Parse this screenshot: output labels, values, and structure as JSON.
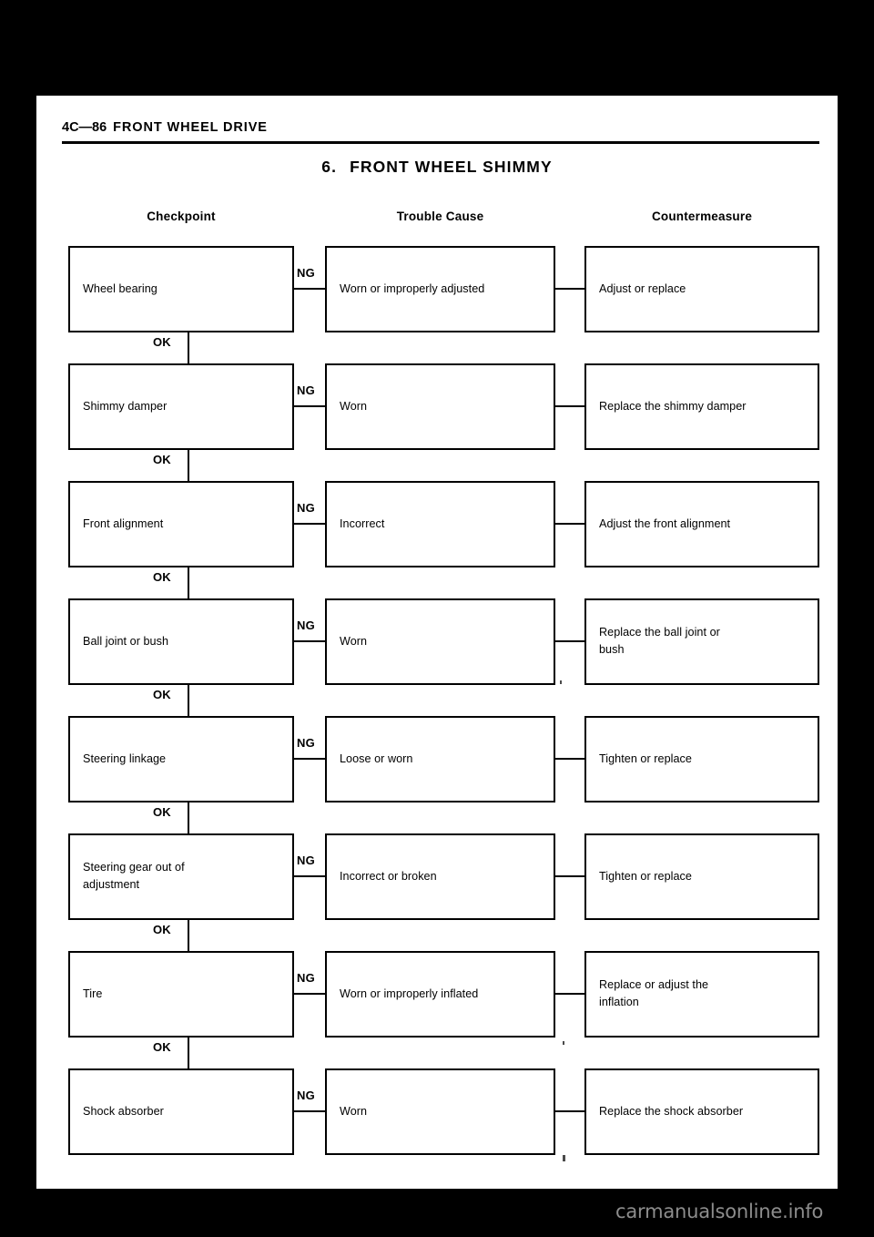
{
  "page": {
    "header_page_number": "4C—86",
    "header_section": "FRONT WHEEL DRIVE",
    "title_number": "6.",
    "title_text": "FRONT WHEEL SHIMMY",
    "watermark": "carmanualsonline.info",
    "page_background": "#ffffff",
    "canvas_background": "#000000",
    "ink_color": "#000000"
  },
  "columns": {
    "checkpoint": "Checkpoint",
    "trouble_cause": "Trouble Cause",
    "countermeasure": "Countermeasure"
  },
  "connectors": {
    "ng_label": "NG",
    "ok_label": "OK"
  },
  "flow": {
    "rows": [
      {
        "checkpoint": "Wheel bearing",
        "cause": "Worn or improperly adjusted",
        "countermeasure": "Adjust or replace",
        "countermeasure_lines": 1,
        "checkpoint_lines": 1
      },
      {
        "checkpoint": "Shimmy damper",
        "cause": "Worn",
        "countermeasure": "Replace the shimmy damper",
        "countermeasure_lines": 1,
        "checkpoint_lines": 1
      },
      {
        "checkpoint": "Front alignment",
        "cause": "Incorrect",
        "countermeasure": "Adjust the front alignment",
        "countermeasure_lines": 1,
        "checkpoint_lines": 1
      },
      {
        "checkpoint": "Ball joint or bush",
        "cause": "Worn",
        "countermeasure": "Replace the ball joint or bush",
        "countermeasure_lines": 2,
        "checkpoint_lines": 1
      },
      {
        "checkpoint": "Steering linkage",
        "cause": "Loose or worn",
        "countermeasure": "Tighten or replace",
        "countermeasure_lines": 1,
        "checkpoint_lines": 1
      },
      {
        "checkpoint": "Steering gear out of adjustment",
        "cause": "Incorrect or broken",
        "countermeasure": "Tighten or replace",
        "countermeasure_lines": 1,
        "checkpoint_lines": 2
      },
      {
        "checkpoint": "Tire",
        "cause": "Worn or improperly inflated",
        "countermeasure": "Replace or adjust the inflation",
        "countermeasure_lines": 2,
        "checkpoint_lines": 1
      },
      {
        "checkpoint": "Shock absorber",
        "cause": "Worn",
        "countermeasure": "Replace the shock absorber",
        "countermeasure_lines": 1,
        "checkpoint_lines": 1
      }
    ]
  }
}
